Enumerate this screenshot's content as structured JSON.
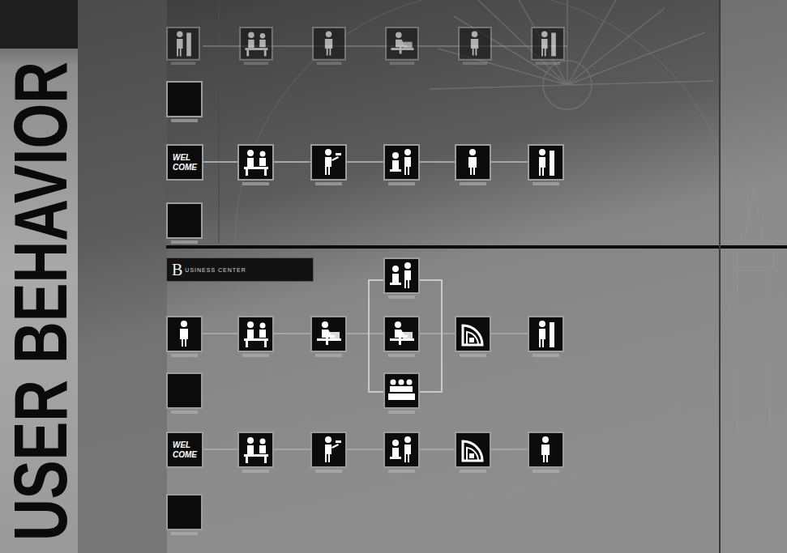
{
  "diagram": {
    "title": "USER BEHAVIOR",
    "nodes": [
      {
        "text": [
          "WEL COME"
        ]
      },
      {
        "text": [
          "B",
          "USINESS CENTER"
        ]
      },
      {
        "text": [
          "WEL COME"
        ]
      }
    ]
  }
}
